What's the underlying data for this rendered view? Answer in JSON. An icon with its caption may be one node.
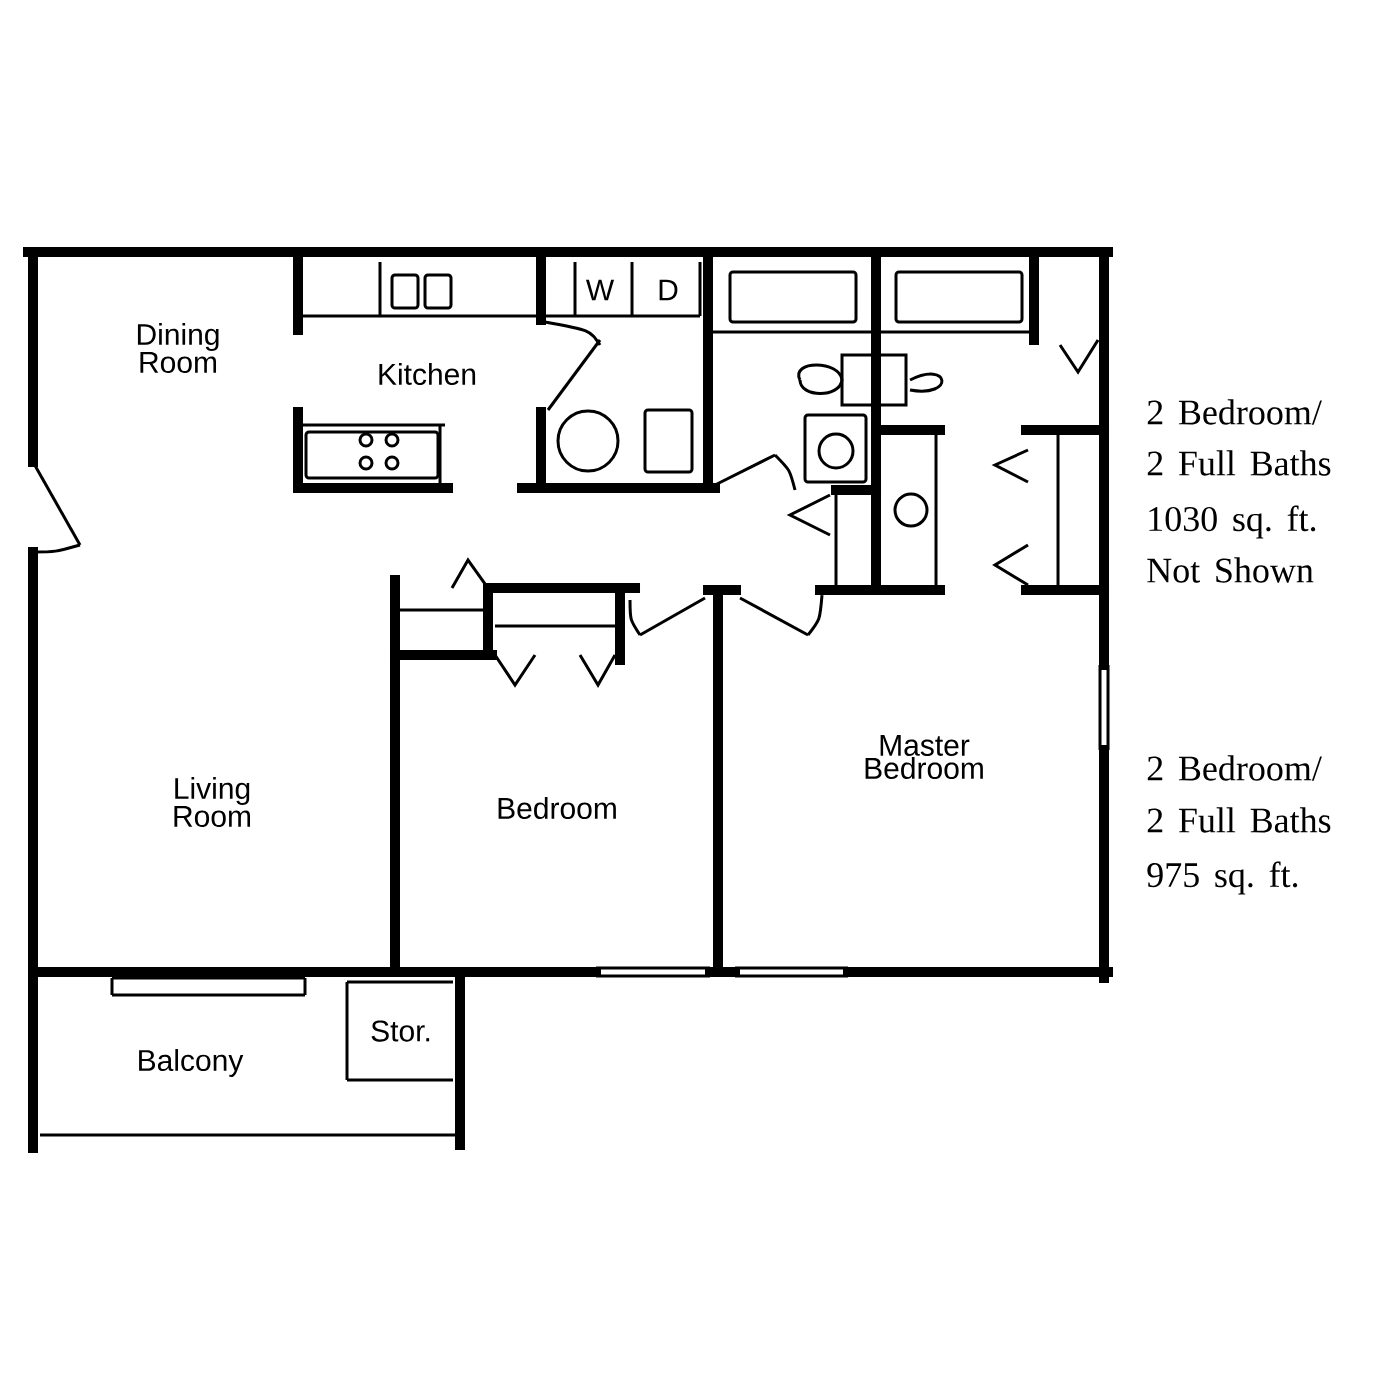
{
  "diagram": {
    "labels": [
      "Dining Room",
      "Kitchen",
      "W",
      "D",
      "2 Bedroom/",
      "2 Full Baths",
      "1030 sq. ft.",
      "Not Shown",
      "Living Room",
      "Bedroom",
      "Master Bedroom",
      "2 Bedroom/",
      "2 Full Baths",
      "975 sq. ft.",
      "Stor.",
      "Balcony"
    ]
  }
}
